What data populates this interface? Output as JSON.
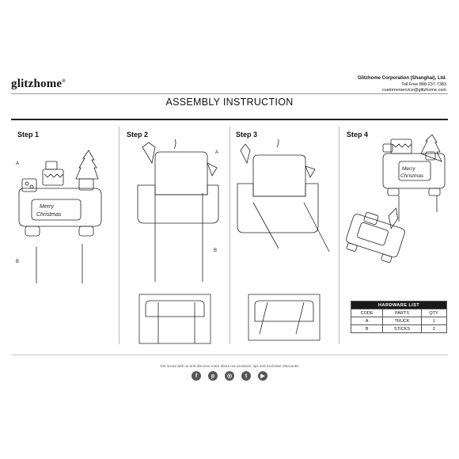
{
  "brand": {
    "logo": "glitzhome",
    "mark": "®"
  },
  "company": {
    "name": "Glitzhome Corporation (Shanghai), Ltd.",
    "phone": "Toll Free 888-237-7383",
    "email": "customerservice@glitzhome.com"
  },
  "title": "ASSEMBLY INSTRUCTION",
  "steps": [
    {
      "label": "Step 1",
      "part_a": "A",
      "part_b": "B",
      "sign_text_1": "Merry",
      "sign_text_2": "Christmas"
    },
    {
      "label": "Step 2",
      "part_a": "A",
      "part_b": "B"
    },
    {
      "label": "Step 3"
    },
    {
      "label": "Step 4",
      "sign_text_1": "Merry",
      "sign_text_2": "Christmas"
    }
  ],
  "hardware": {
    "title": "HARDWARE LIST",
    "headers": [
      "CODE",
      "PARTS",
      "QTY."
    ],
    "rows": [
      [
        "A",
        "TRUCK",
        "1"
      ],
      [
        "B",
        "STICKS",
        "2"
      ]
    ]
  },
  "footer": {
    "text": "Get social with us and discover more about our products, tips and exclusive discounts!",
    "icons": [
      "facebook-icon",
      "pinterest-icon",
      "instagram-icon",
      "twitter-icon",
      "youtube-icon"
    ]
  }
}
